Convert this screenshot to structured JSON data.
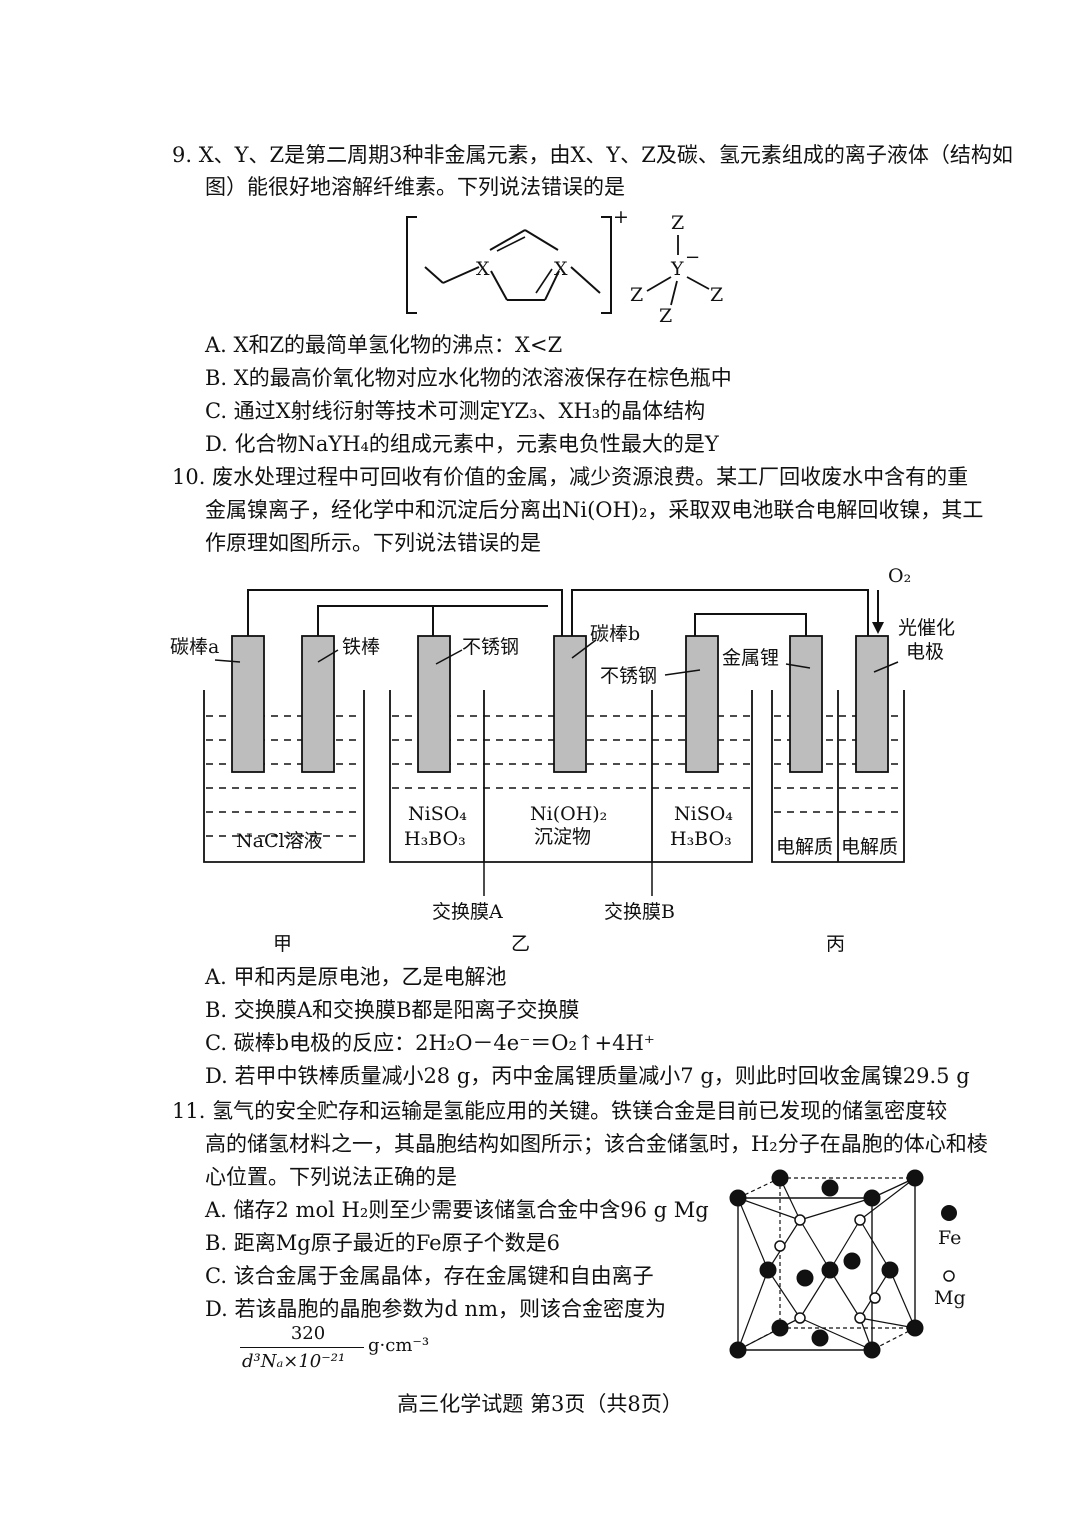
{
  "q9": {
    "line1": "9. X、Y、Z是第二周期3种非金属元素，由X、Y、Z及碳、氢元素组成的离子液体（结构如",
    "line2": "图）能很好地溶解纤维素。下列说法错误的是",
    "struct": {
      "X1": "X",
      "X2": "X",
      "charge": "+",
      "Ytop": "Z",
      "Y": "Y",
      "Yneg": "−",
      "Zl": "Z",
      "Zr": "Z",
      "Zb": "Z"
    },
    "options": [
      "A. X和Z的最简单氢化物的沸点：X<Z",
      "B. X的最高价氧化物对应水化物的浓溶液保存在棕色瓶中",
      "C. 通过X射线衍射等技术可测定YZ₃、XH₃的晶体结构",
      "D. 化合物NaYH₄的组成元素中，元素电负性最大的是Y"
    ]
  },
  "q10": {
    "line1": "10. 废水处理过程中可回收有价值的金属，减少资源浪费。某工厂回收废水中含有的重",
    "line2": "金属镍离子，经化学中和沉淀后分离出Ni(OH)₂，采取双电池联合电解回收镍，其工",
    "line3": "作原理如图所示。下列说法错误的是",
    "diagram": {
      "o2": "O₂",
      "carbon_a": "碳棒a",
      "iron": "铁棒",
      "steel1": "不锈钢",
      "carbon_b": "碳棒b",
      "steel2": "不锈钢",
      "lithium": "金属锂",
      "photo1": "光催化",
      "photo2": "电极",
      "nacl": "NaCl溶液",
      "niso4_1a": "NiSO₄",
      "niso4_1b": "H₃BO₃",
      "nioh_a": "Ni(OH)₂",
      "nioh_b": "沉淀物",
      "niso4_2a": "NiSO₄",
      "niso4_2b": "H₃BO₃",
      "elec1": "电解质",
      "elec2": "电解质",
      "memA": "交换膜A",
      "memB": "交换膜B",
      "jia": "甲",
      "yi": "乙",
      "bing": "丙"
    },
    "options": [
      "A. 甲和丙是原电池，乙是电解池",
      "B. 交换膜A和交换膜B都是阳离子交换膜",
      "C. 碳棒b电极的反应：2H₂O－4e⁻＝O₂↑+4H⁺",
      "D. 若甲中铁棒质量减小28 g，丙中金属锂质量减小7 g，则此时回收金属镍29.5 g"
    ]
  },
  "q11": {
    "line1": "11. 氢气的安全贮存和运输是氢能应用的关键。铁镁合金是目前已发现的储氢密度较",
    "line2": "高的储氢材料之一，其晶胞结构如图所示；该合金储氢时，H₂分子在晶胞的体心和棱",
    "line3": "心位置。下列说法正确的是",
    "options": [
      "A. 储存2 mol H₂则至少需要该储氢合金中含96 g Mg",
      "B. 距离Mg原子最近的Fe原子个数是6",
      "C. 该合金属于金属晶体，存在金属键和自由离子",
      "D. 若该晶胞的晶胞参数为d nm，则该合金密度为"
    ],
    "formula_num": "320",
    "formula_den": "d³Nₐ×10⁻²¹",
    "formula_unit": "g·cm⁻³",
    "legend_fe": "Fe",
    "legend_mg": "Mg"
  },
  "footer": "高三化学试题 第3页（共8页）"
}
